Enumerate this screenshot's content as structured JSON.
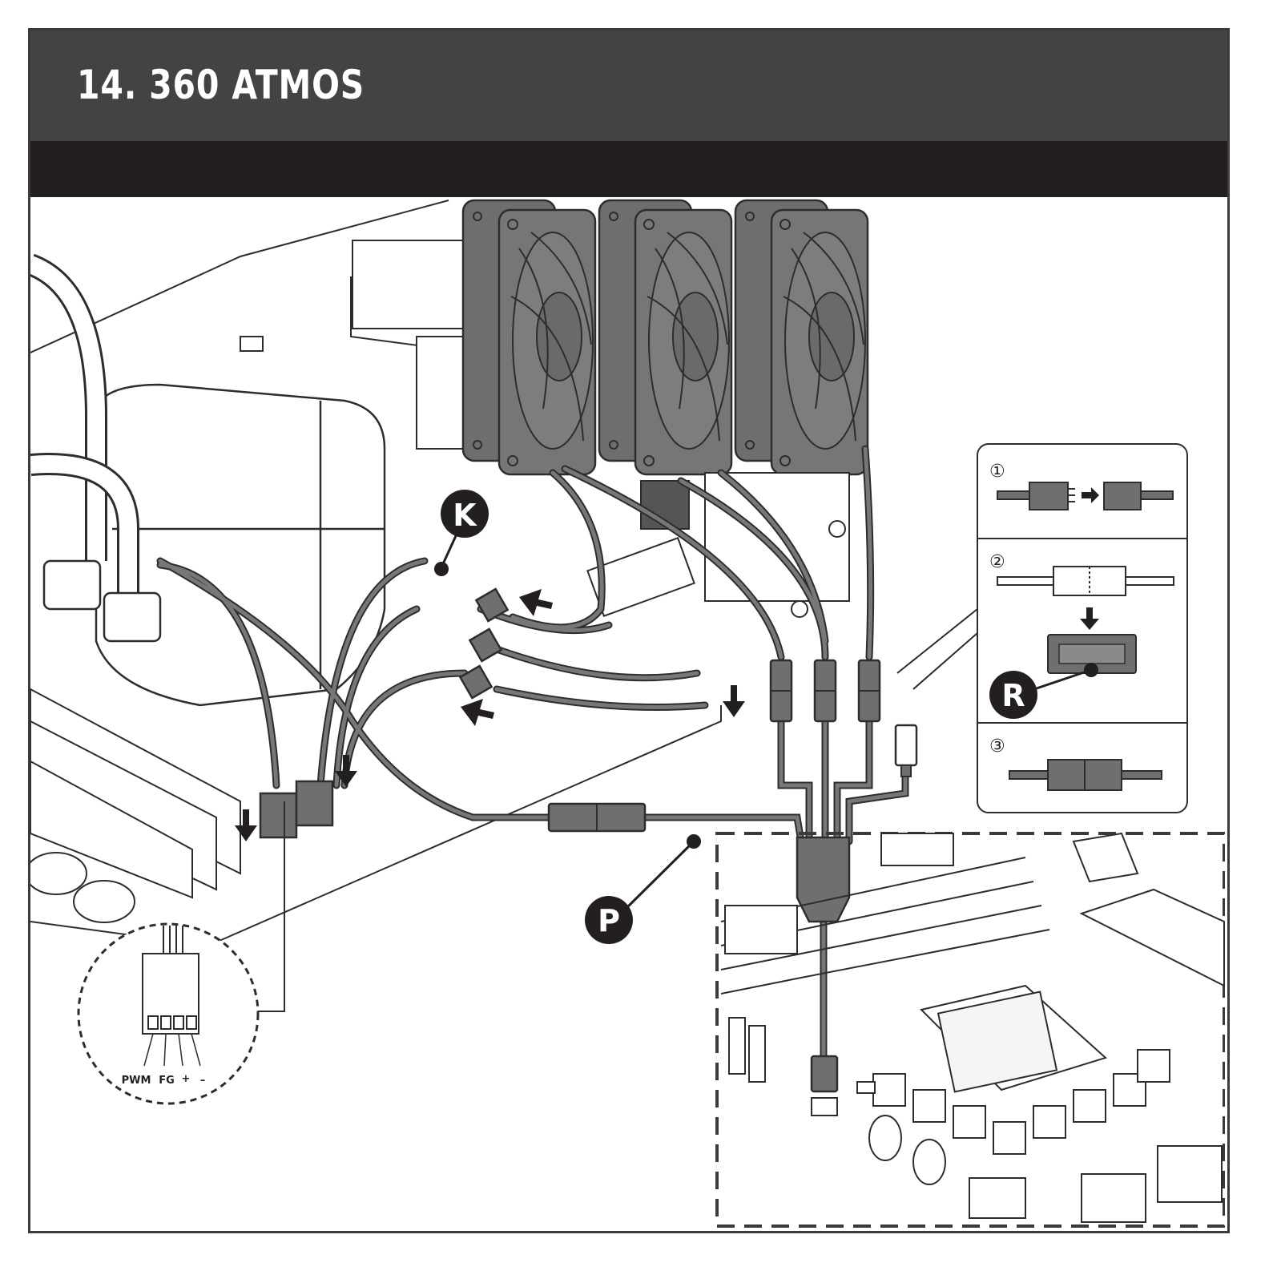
{
  "header": {
    "title": "14. 360 ATMOS",
    "subtitle": ""
  },
  "callouts": {
    "k": "K",
    "p": "P",
    "r": "R"
  },
  "pinout": {
    "pin1": "PWM",
    "pin2": "FG",
    "pin3": "+",
    "pin4": "–"
  },
  "steps": {
    "step1": "①",
    "step2": "②",
    "step3": "③"
  },
  "colors": {
    "header_bg": "#454243",
    "subheader_bg": "#231f20",
    "fan_body": "#707070",
    "cable": "#6f6f6f",
    "callout_bg": "#231f20"
  }
}
